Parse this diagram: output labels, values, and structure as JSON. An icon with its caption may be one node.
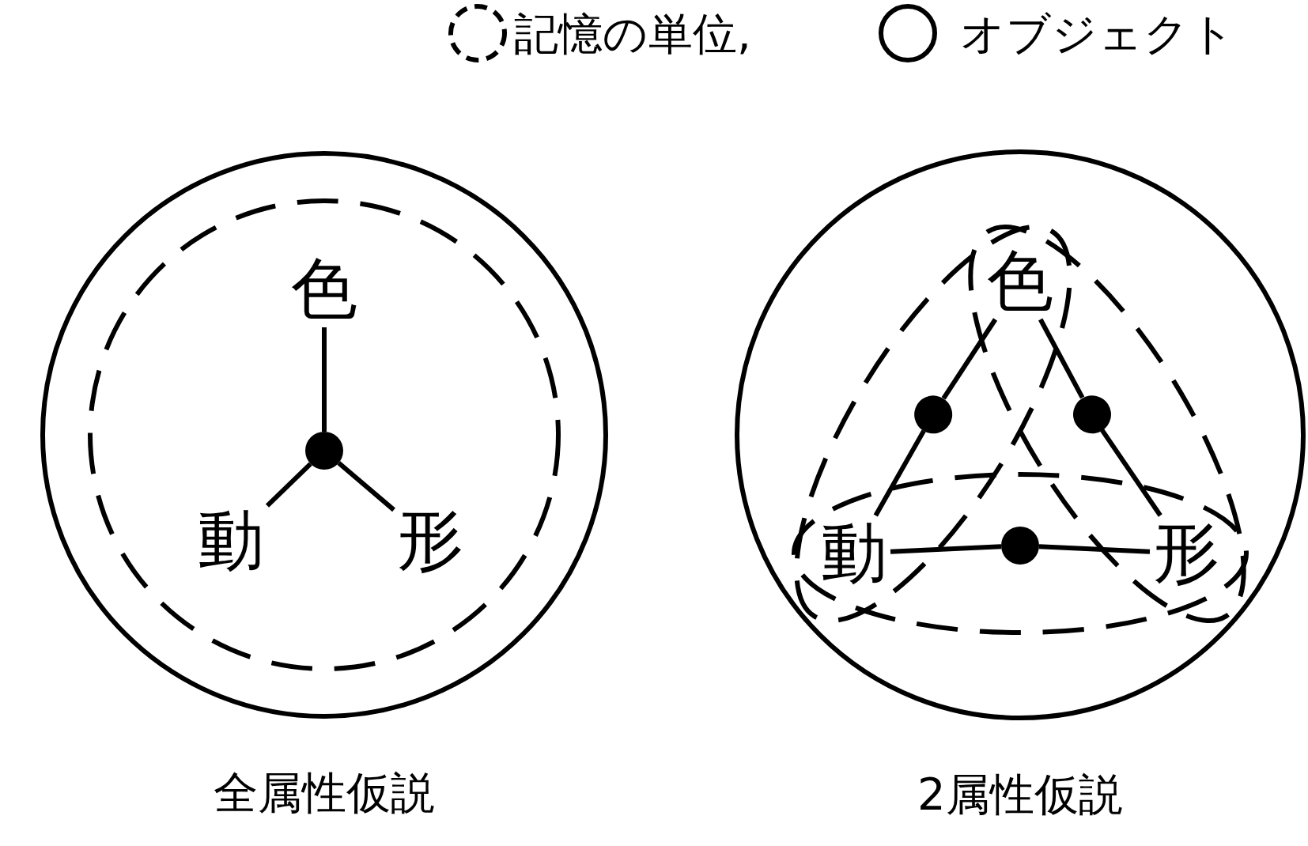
{
  "diagram": {
    "nodes": [
      {
        "text": [],
        "shape": "circle",
        "beside": [
          "全属性仮説"
        ]
      },
      {
        "text": [],
        "shape": "circle",
        "in": 0
      },
      {
        "text": [
          "色"
        ],
        "in": 1
      },
      {
        "text": [],
        "shape": "circle",
        "in": 1
      },
      {
        "text": [
          "動"
        ],
        "in": 1
      },
      {
        "text": [
          "形"
        ],
        "in": 1
      },
      {
        "text": [],
        "shape": "circle",
        "beside": [
          "2属性仮説"
        ]
      },
      {
        "text": [],
        "shape": "circle",
        "in": 6
      },
      {
        "text": [],
        "shape": "circle",
        "in": 6
      },
      {
        "text": [],
        "shape": "circle",
        "in": 6
      },
      {
        "text": [
          "色"
        ]
      },
      {
        "text": [],
        "shape": "circle",
        "in": 7
      },
      {
        "text": [],
        "shape": "circle",
        "in": 8
      },
      {
        "text": [
          "動"
        ]
      },
      {
        "text": [],
        "shape": "circle",
        "in": 9
      },
      {
        "text": [
          "形"
        ]
      }
    ],
    "edges": [
      {
        "from": 3,
        "to": 2,
        "arrow": "none"
      },
      {
        "from": 3,
        "to": 4,
        "arrow": "none"
      },
      {
        "from": 3,
        "to": 5,
        "arrow": "none"
      },
      {
        "from": 10,
        "to": 11,
        "arrow": "none"
      },
      {
        "from": 11,
        "to": 13,
        "arrow": "none"
      },
      {
        "from": 10,
        "to": 12,
        "arrow": "none"
      },
      {
        "from": 12,
        "to": 15,
        "arrow": "none"
      },
      {
        "from": 13,
        "to": 14,
        "arrow": "none"
      },
      {
        "from": 14,
        "to": 15,
        "arrow": "none"
      }
    ],
    "legend": [
      {
        "text": "記憶の単位,"
      },
      {
        "text": "オブジェクト"
      }
    ]
  }
}
